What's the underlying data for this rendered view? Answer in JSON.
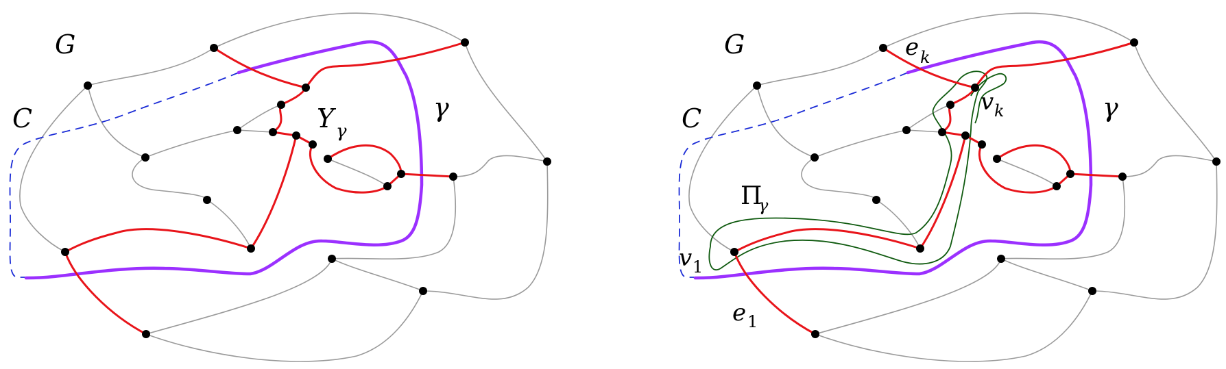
{
  "left_panel": {
    "label_G": "G",
    "label_C": "C",
    "label_Y": "Y",
    "label_Y_sub": "γ",
    "label_gamma": "γ"
  },
  "right_panel": {
    "label_G": "G",
    "label_C": "C",
    "label_gamma": "γ",
    "label_ek": "e",
    "label_ek_sub": "k",
    "label_vk": "v",
    "label_vk_sub": "k",
    "label_Pi": "Π",
    "label_Pi_sub": "γ",
    "label_v1": "v",
    "label_v1_sub": "1",
    "label_e1": "e",
    "label_e1_sub": "1"
  },
  "colors": {
    "graph_edges": "#9a9a9a",
    "tree_edges": "#e8141a",
    "curve_gamma": "#9b30ff",
    "dashed_C": "#1a2bd6",
    "region_Pi": "#0f5a0f",
    "vertices": "#000000"
  }
}
